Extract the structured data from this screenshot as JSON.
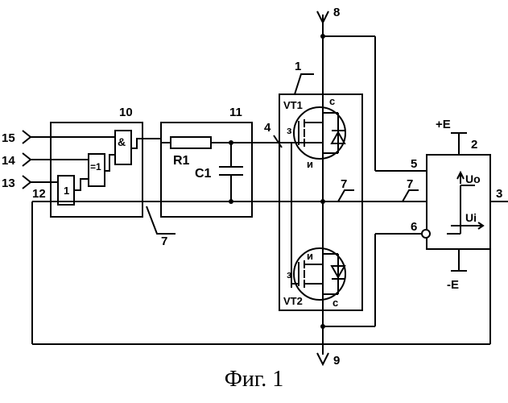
{
  "caption": "Фиг. 1",
  "labels": {
    "n1": "1",
    "n2": "2",
    "n3": "3",
    "n4": "4",
    "n5": "5",
    "n6": "6",
    "n7a": "7",
    "n7b": "7",
    "n7c": "7",
    "n8": "8",
    "n9": "9",
    "n10": "10",
    "n11": "11",
    "n12": "12",
    "n13": "13",
    "n14": "14",
    "n15": "15",
    "vt1": "VT1",
    "vt2": "VT2",
    "r1": "R1",
    "c1": "C1",
    "gate_and": "&",
    "gate_xor": "=1",
    "gate_one": "1",
    "z_top": "з",
    "z_bot": "з",
    "i_top": "и",
    "i_bot": "и",
    "c_top": "с",
    "c_bot": "с",
    "plus_e": "+E",
    "minus_e": "-E",
    "uo": "Uo",
    "ui": "Ui"
  },
  "colors": {
    "ink": "#000000",
    "paper": "#ffffff"
  }
}
